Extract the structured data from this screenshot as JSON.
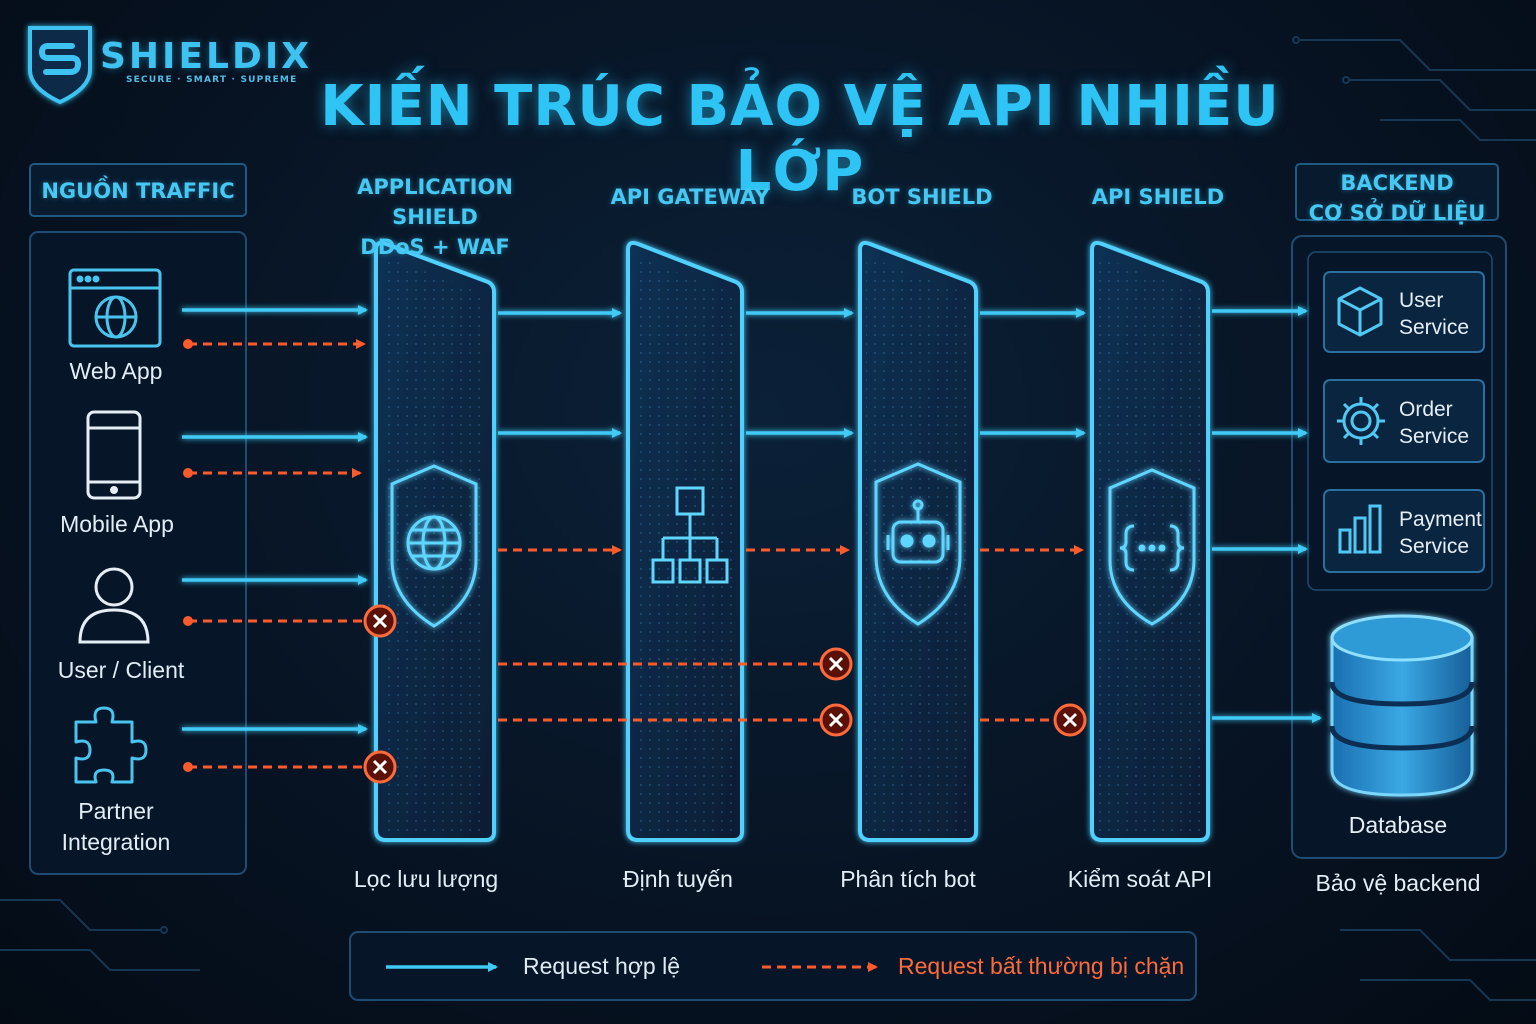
{
  "brand": {
    "name": "SHIELDIX",
    "tagline": "SECURE · SMART · SUPREME"
  },
  "title": "KIẾN TRÚC BẢO VỆ API NHIỀU LỚP",
  "columns": {
    "sources": {
      "title": "NGUỒN TRAFFIC"
    },
    "layers": [
      {
        "title_line1": "APPLICATION SHIELD",
        "title_line2": "DDoS + WAF",
        "caption": "Lọc lưu lượng",
        "icon": "globe-shield-icon"
      },
      {
        "title_line1": "API GATEWAY",
        "title_line2": "",
        "caption": "Định tuyến",
        "icon": "hierarchy-icon"
      },
      {
        "title_line1": "BOT SHIELD",
        "title_line2": "",
        "caption": "Phân tích bot",
        "icon": "robot-shield-icon"
      },
      {
        "title_line1": "API SHIELD",
        "title_line2": "",
        "caption": "Kiểm soát API",
        "icon": "braces-shield-icon"
      }
    ],
    "backend": {
      "title_line1": "BACKEND",
      "title_line2": "CƠ SỞ DỮ LIỆU",
      "caption": "Bảo vệ backend"
    }
  },
  "sources": [
    {
      "label_line1": "Web App",
      "label_line2": "",
      "icon": "browser-globe-icon"
    },
    {
      "label_line1": "Mobile App",
      "label_line2": "",
      "icon": "mobile-phone-icon"
    },
    {
      "label_line1": "User / Client",
      "label_line2": "",
      "icon": "user-icon"
    },
    {
      "label_line1": "Partner",
      "label_line2": "Integration",
      "icon": "puzzle-icon"
    }
  ],
  "services": [
    {
      "label_line1": "User",
      "label_line2": "Service",
      "icon": "cube-icon"
    },
    {
      "label_line1": "Order",
      "label_line2": "Service",
      "icon": "gear-icon"
    },
    {
      "label_line1": "Payment",
      "label_line2": "Service",
      "icon": "bar-chart-icon"
    }
  ],
  "database": {
    "label": "Database",
    "icon": "database-icon"
  },
  "legend": {
    "valid": "Request hợp lệ",
    "blocked": "Request bất thường bị chặn"
  },
  "colors": {
    "accent": "#2ec4f5",
    "valid_arrow": "#39c6f4",
    "blocked_arrow": "#ff5a2c",
    "background": "#071424"
  }
}
